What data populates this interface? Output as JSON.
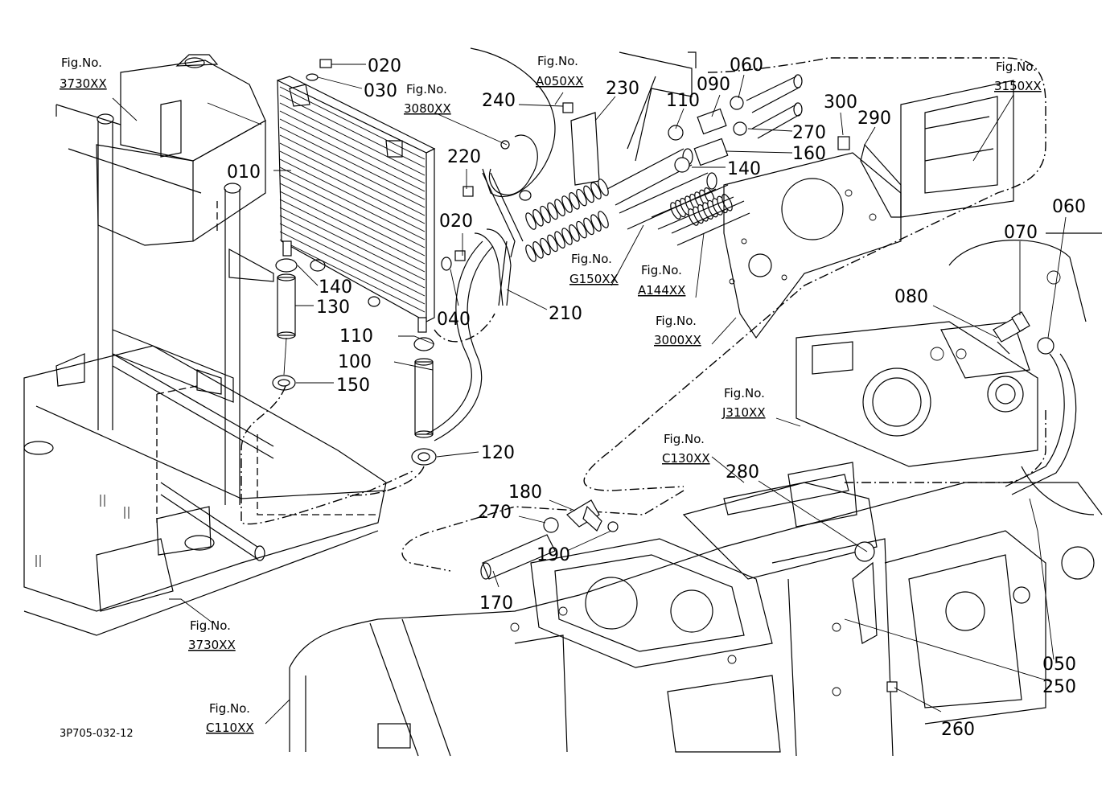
{
  "diagram": {
    "part_numbers": [
      "020",
      "030",
      "010",
      "140",
      "130",
      "110",
      "100",
      "150",
      "120",
      "040",
      "210",
      "220",
      "020",
      "240",
      "230",
      "110",
      "090",
      "060",
      "270",
      "160",
      "140",
      "300",
      "290",
      "060",
      "070",
      "080",
      "280",
      "180",
      "270",
      "190",
      "170",
      "050",
      "250",
      "260"
    ],
    "fig_refs": [
      {
        "label": "Fig.No.",
        "code": "3730XX"
      },
      {
        "label": "Fig.No.",
        "code": "3080XX"
      },
      {
        "label": "Fig.No.",
        "code": "A050XX"
      },
      {
        "label": "Fig.No.",
        "code": "3150XX"
      },
      {
        "label": "Fig.No.",
        "code": "G150XX"
      },
      {
        "label": "Fig.No.",
        "code": "A144XX"
      },
      {
        "label": "Fig.No.",
        "code": "3000XX"
      },
      {
        "label": "Fig.No.",
        "code": "J310XX"
      },
      {
        "label": "Fig.No.",
        "code": "C130XX"
      },
      {
        "label": "Fig.No.",
        "code": "3730XX"
      },
      {
        "label": "Fig.No.",
        "code": "C110XX"
      }
    ],
    "drawing_code": "3P705-032-12"
  }
}
